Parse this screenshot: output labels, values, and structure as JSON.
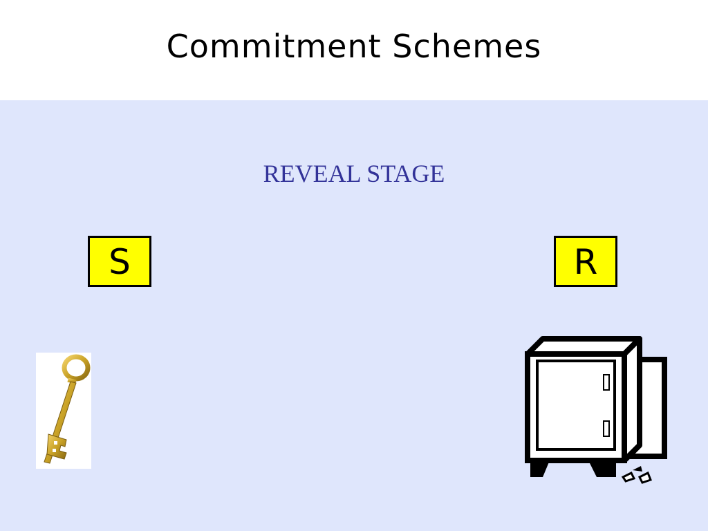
{
  "slide": {
    "title": "Commitment Schemes",
    "stage_label": "REVEAL STAGE"
  },
  "parties": {
    "sender": "S",
    "receiver": "R"
  },
  "icons": {
    "key": "key-icon",
    "safe": "open-safe-icon"
  },
  "colors": {
    "content_background": "#dfe6fc",
    "stage_label": "#333399",
    "party_box": "#ffff00",
    "key_gold": "#c9a227"
  }
}
